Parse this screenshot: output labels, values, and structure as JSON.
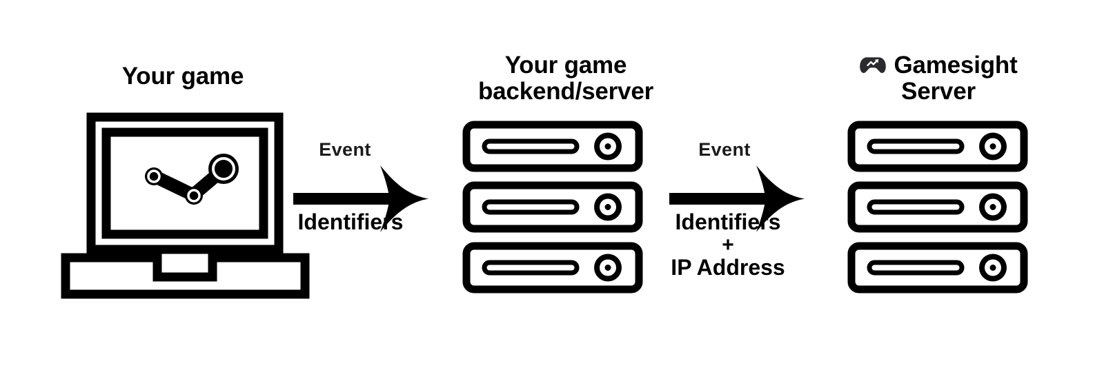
{
  "diagram": {
    "title": "Gamesight server-side event flow",
    "background_color": "#ffffff",
    "stroke_color": "#000000",
    "muted_text_color": "#1b1b1b"
  },
  "nodes": {
    "client": {
      "label_lines": [
        "Your game"
      ],
      "icon": "desktop-monitor-with-steam-logo"
    },
    "backend": {
      "label_lines": [
        "Your game",
        "backend/server"
      ],
      "icon": "server-rack-three-units",
      "unit_count": 3
    },
    "gamesight": {
      "logo_icon": "gamesight-gamepad-logo",
      "label_lines": [
        "Gamesight",
        "Server"
      ],
      "icon": "server-rack-three-units",
      "unit_count": 3
    }
  },
  "arrows": [
    {
      "id": "client-to-backend",
      "above_label": "Event",
      "below_lines": [
        "Identifiers"
      ],
      "has_plus": false
    },
    {
      "id": "backend-to-gamesight",
      "above_label": "Event",
      "below_lines": [
        "Identifiers",
        "IP Address"
      ],
      "plus_symbol": "+",
      "has_plus": true
    }
  ]
}
